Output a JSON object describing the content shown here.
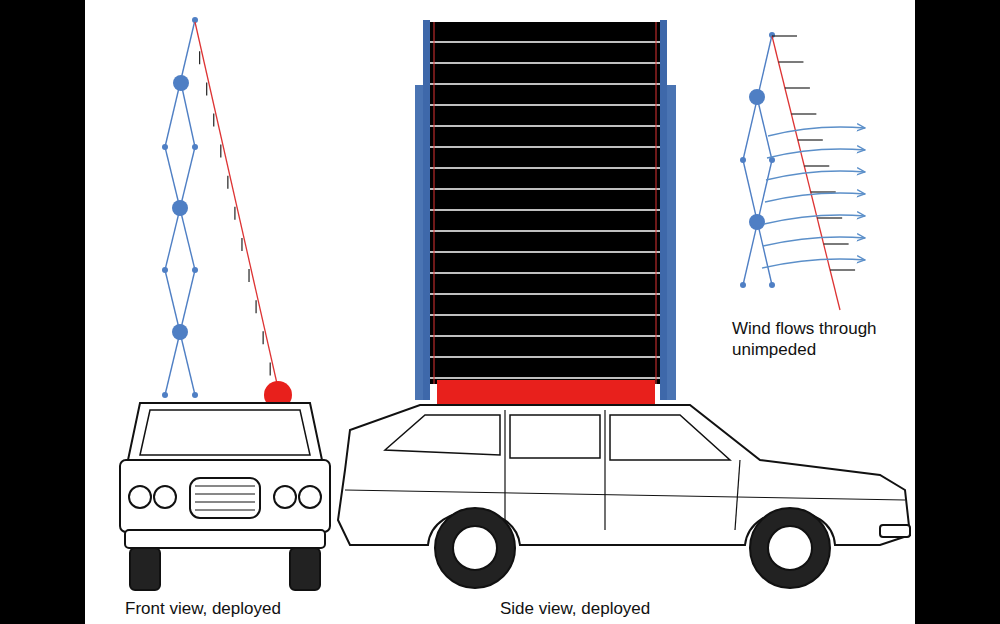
{
  "diagram": {
    "labels": [
      "Wind flows through unimpeded",
      "Front view, deployed",
      "Side view, deployed"
    ]
  }
}
